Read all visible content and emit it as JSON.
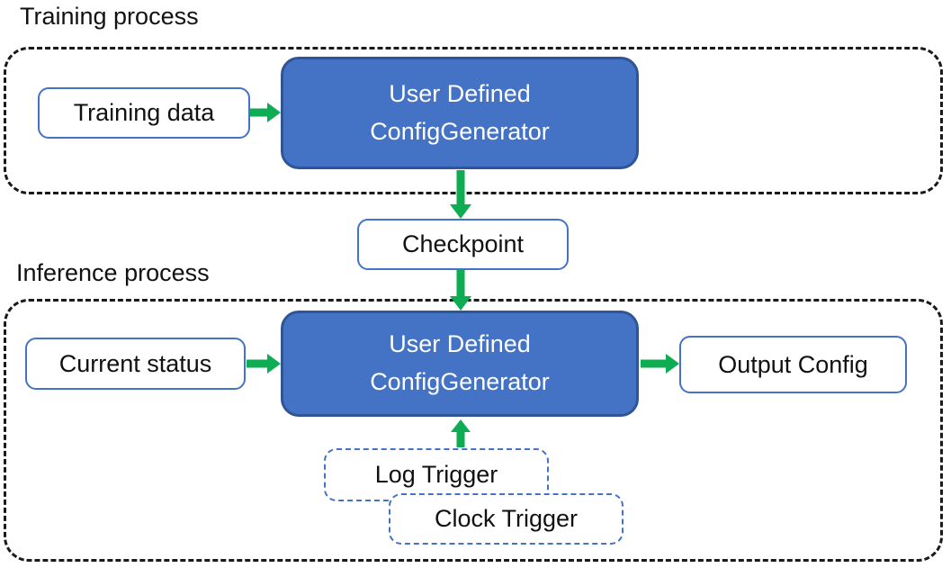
{
  "labels": {
    "training_process": "Training process",
    "inference_process": "Inference process"
  },
  "nodes": {
    "training_data": "Training data",
    "generator_training": "User Defined\nConfigGenerator",
    "checkpoint": "Checkpoint",
    "current_status": "Current status",
    "generator_inference": "User Defined\nConfigGenerator",
    "output_config": "Output Config",
    "log_trigger": "Log Trigger",
    "clock_trigger": "Clock Trigger"
  },
  "colors": {
    "node_fill": "#4472C4",
    "node_border": "#2F5597",
    "box_border": "#4472C4",
    "arrow": "#0EAC53",
    "container_border": "#1a1a1a"
  }
}
